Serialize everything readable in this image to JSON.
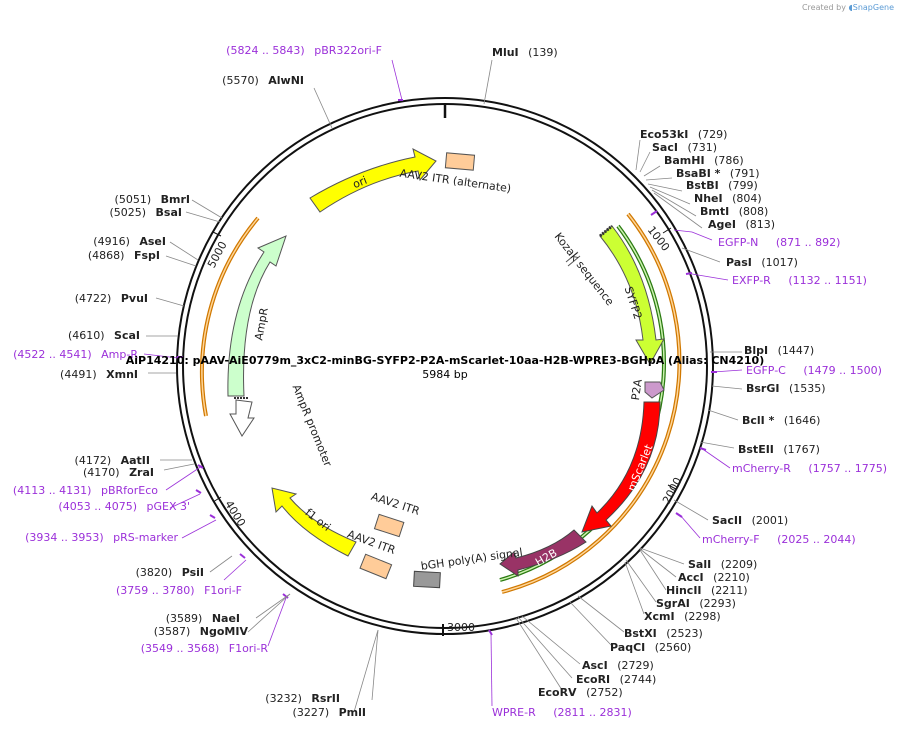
{
  "credit": {
    "prefix": "Created by",
    "brand": "SnapGene"
  },
  "plasmid": {
    "title": "AiP14210: pAAV-AiE0779m_3xC2-minBG-SYFP2-P2A-mScarlet-10aa-H2B-WPRE3-BGHpA (Alias: CN4210)",
    "length_label": "5984 bp"
  },
  "ticks": [
    "1000",
    "2000",
    "3000",
    "4000",
    "5000"
  ],
  "sites": [
    {
      "name": "MluI",
      "pos": "(139)"
    },
    {
      "name": "Eco53kI",
      "pos": "(729)"
    },
    {
      "name": "SacI",
      "pos": "(731)"
    },
    {
      "name": "BamHI",
      "pos": "(786)"
    },
    {
      "name": "BsaBI *",
      "pos": "(791)"
    },
    {
      "name": "BstBI",
      "pos": "(799)"
    },
    {
      "name": "NheI",
      "pos": "(804)"
    },
    {
      "name": "BmtI",
      "pos": "(808)"
    },
    {
      "name": "AgeI",
      "pos": "(813)"
    },
    {
      "name": "PasI",
      "pos": "(1017)"
    },
    {
      "name": "BlpI",
      "pos": "(1447)"
    },
    {
      "name": "BsrGI",
      "pos": "(1535)"
    },
    {
      "name": "BclI *",
      "pos": "(1646)"
    },
    {
      "name": "BstEII",
      "pos": "(1767)"
    },
    {
      "name": "SacII",
      "pos": "(2001)"
    },
    {
      "name": "SalI",
      "pos": "(2209)"
    },
    {
      "name": "AccI",
      "pos": "(2210)"
    },
    {
      "name": "HincII",
      "pos": "(2211)"
    },
    {
      "name": "SgrAI",
      "pos": "(2293)"
    },
    {
      "name": "XcmI",
      "pos": "(2298)"
    },
    {
      "name": "BstXI",
      "pos": "(2523)"
    },
    {
      "name": "PaqCI",
      "pos": "(2560)"
    },
    {
      "name": "AscI",
      "pos": "(2729)"
    },
    {
      "name": "EcoRI",
      "pos": "(2744)"
    },
    {
      "name": "EcoRV",
      "pos": "(2752)"
    },
    {
      "name": "RsrII",
      "pos": "(3232)"
    },
    {
      "name": "PmlI",
      "pos": "(3227)"
    },
    {
      "name": "NaeI",
      "pos": "(3589)"
    },
    {
      "name": "NgoMIV",
      "pos": "(3587)"
    },
    {
      "name": "PsiI",
      "pos": "(3820)"
    },
    {
      "name": "AatII",
      "pos": "(4172)"
    },
    {
      "name": "ZraI",
      "pos": "(4170)"
    },
    {
      "name": "XmnI",
      "pos": "(4491)"
    },
    {
      "name": "ScaI",
      "pos": "(4610)"
    },
    {
      "name": "PvuI",
      "pos": "(4722)"
    },
    {
      "name": "FspI",
      "pos": "(4868)"
    },
    {
      "name": "AseI",
      "pos": "(4916)"
    },
    {
      "name": "BsaI",
      "pos": "(5025)"
    },
    {
      "name": "BmrI",
      "pos": "(5051)"
    },
    {
      "name": "AlwNI",
      "pos": "(5570)"
    }
  ],
  "primers": [
    {
      "range": "(5824 .. 5843)",
      "name": "pBR322ori-F"
    },
    {
      "name": "EGFP-N",
      "range": "(871 .. 892)"
    },
    {
      "name": "EXFP-R",
      "range": "(1132 .. 1151)"
    },
    {
      "name": "EGFP-C",
      "range": "(1479 .. 1500)"
    },
    {
      "name": "mCherry-R",
      "range": "(1757 .. 1775)"
    },
    {
      "name": "mCherry-F",
      "range": "(2025 .. 2044)"
    },
    {
      "name": "WPRE-R",
      "range": "(2811 .. 2831)"
    },
    {
      "range": "(3549 .. 3568)",
      "name": "F1ori-R"
    },
    {
      "range": "(3759 .. 3780)",
      "name": "F1ori-F"
    },
    {
      "range": "(3934 .. 3953)",
      "name": "pRS-marker"
    },
    {
      "range": "(4053 .. 4075)",
      "name": "pGEX 3'"
    },
    {
      "range": "(4113 .. 4131)",
      "name": "pBRforEco"
    },
    {
      "range": "(4522 .. 4541)",
      "name": "Amp-R"
    }
  ],
  "features": {
    "ori": "ori",
    "itr_alt": "AAV2 ITR (alternate)",
    "kozak": "Kozak sequence",
    "sygfp": "SYFP2",
    "p2a": "P2A",
    "mscarlet": "mScarlet",
    "h2b": "H2B",
    "bgh": "bGH poly(A) signal",
    "itr1": "AAV2 ITR",
    "itr2": "AAV2 ITR",
    "f1ori": "f1 ori",
    "ampr": "AmpR",
    "ampr_promoter": "AmpR promoter"
  },
  "colors": {
    "ori": "#ffff00",
    "sygfp": "#ccff33",
    "mscarlet": "#ff0000",
    "h2b": "#993366",
    "ampr": "#ccffcc",
    "itr": "#ffcc99",
    "bgh": "#999999",
    "p2a": "#cc99cc",
    "primer": "#9b30d9",
    "orange_bar": "#f39c2a",
    "green_bar": "#55aa22"
  }
}
